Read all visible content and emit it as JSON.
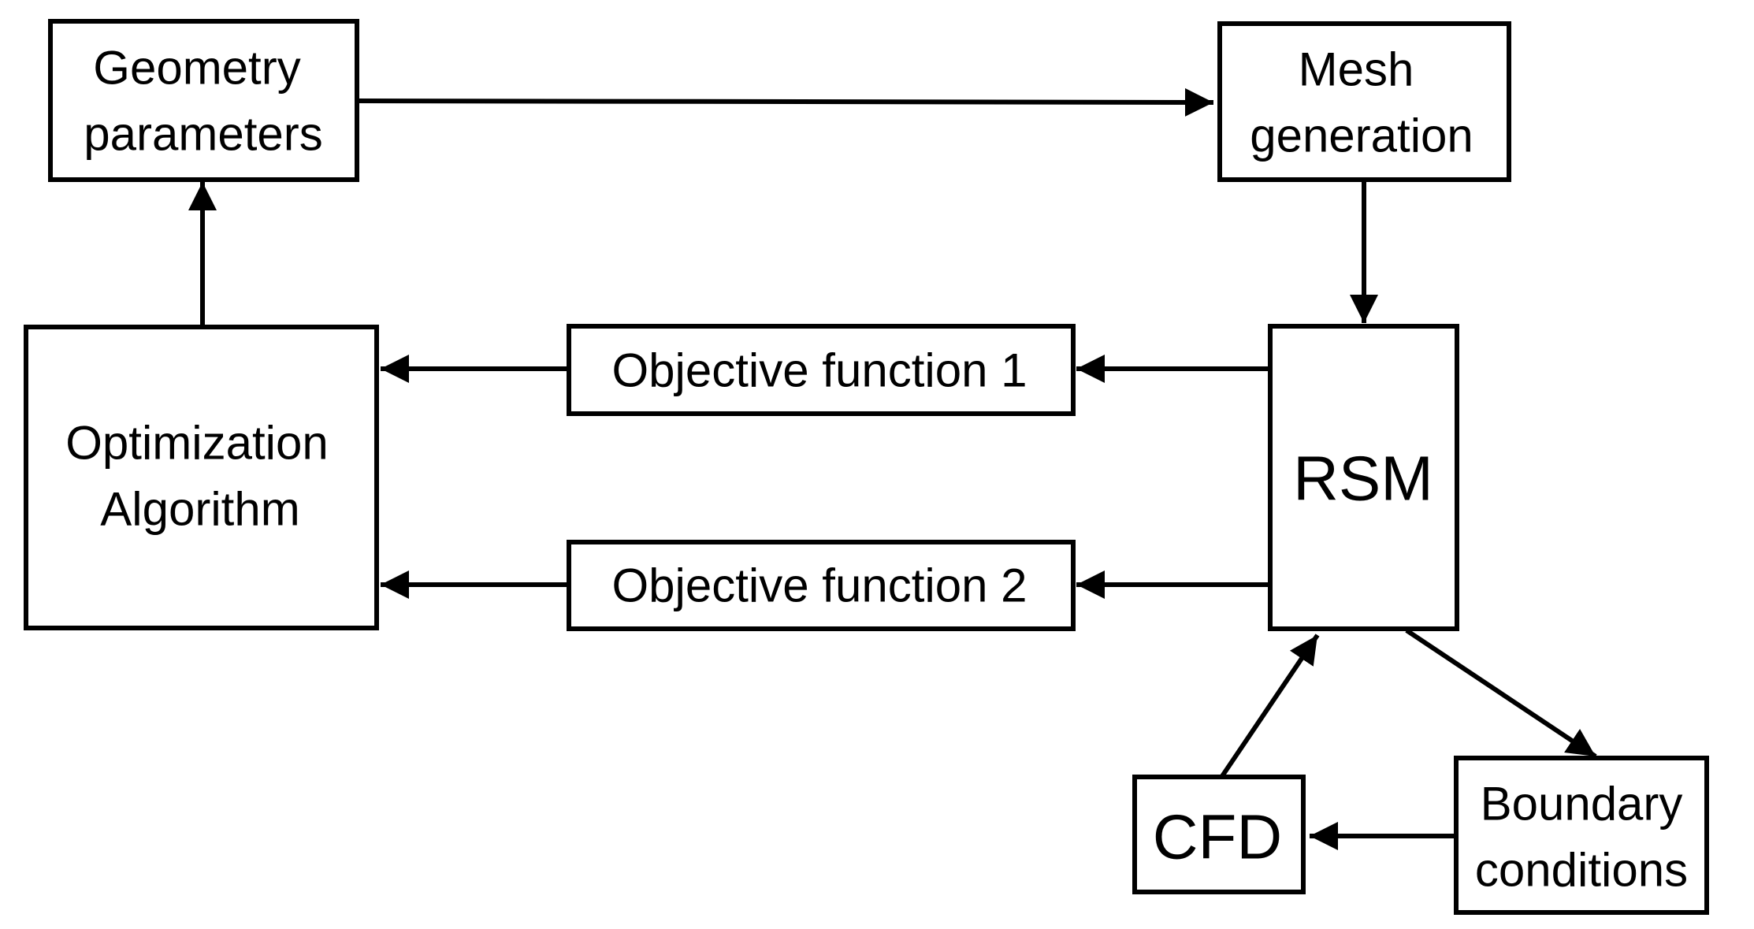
{
  "diagram": {
    "nodes": {
      "geometry": {
        "lines": [
          "Geometry",
          "parameters"
        ]
      },
      "mesh": {
        "lines": [
          "Mesh",
          "generation"
        ]
      },
      "optimization": {
        "lines": [
          "Optimization",
          "Algorithm"
        ]
      },
      "objective1": {
        "lines": [
          "Objective function 1"
        ]
      },
      "objective2": {
        "lines": [
          "Objective function 2"
        ]
      },
      "rsm": {
        "lines": [
          "RSM"
        ]
      },
      "cfd": {
        "lines": [
          "CFD"
        ]
      },
      "boundary": {
        "lines": [
          "Boundary",
          "conditions"
        ]
      }
    },
    "edges": [
      {
        "from": "geometry",
        "to": "mesh"
      },
      {
        "from": "mesh",
        "to": "rsm"
      },
      {
        "from": "rsm",
        "to": "objective1"
      },
      {
        "from": "rsm",
        "to": "objective2"
      },
      {
        "from": "objective1",
        "to": "optimization"
      },
      {
        "from": "objective2",
        "to": "optimization"
      },
      {
        "from": "optimization",
        "to": "geometry"
      },
      {
        "from": "rsm",
        "to": "boundary"
      },
      {
        "from": "boundary",
        "to": "cfd"
      },
      {
        "from": "cfd",
        "to": "rsm"
      }
    ],
    "colors": {
      "stroke": "#000000",
      "fill": "#ffffff",
      "text": "#000000"
    }
  }
}
